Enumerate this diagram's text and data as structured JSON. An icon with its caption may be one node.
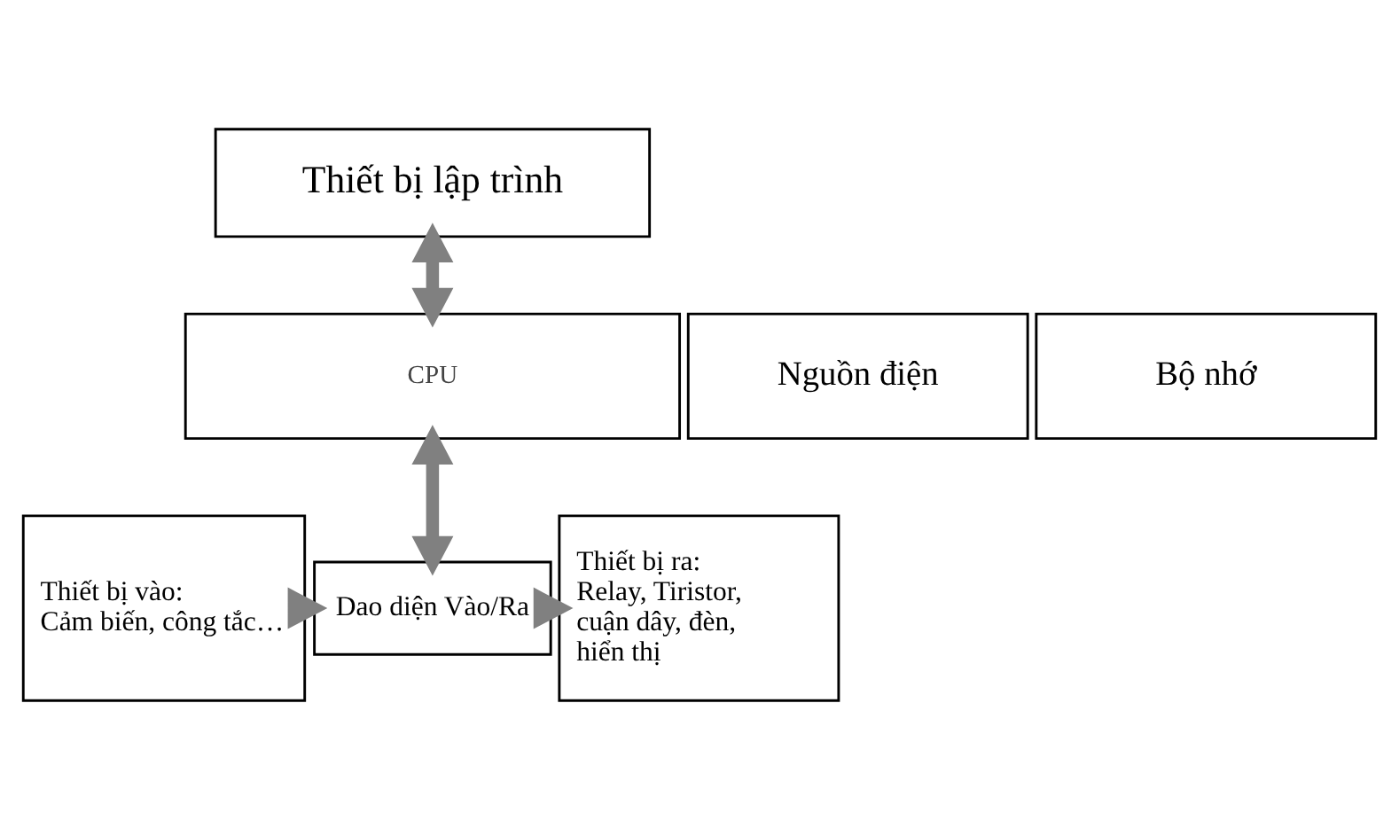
{
  "diagram": {
    "nodes": [
      {
        "text": [
          "Thiết bị lập trình"
        ]
      },
      {
        "text": [
          "Nguồn điện"
        ]
      },
      {
        "text": [
          "CPU"
        ]
      },
      {
        "text": [
          "Bộ nhớ"
        ]
      },
      {
        "text": [
          "Thiết bị vào:",
          "Cảm biến, công tắc…"
        ]
      },
      {
        "text": [
          "Dao diện Vào/Ra"
        ]
      },
      {
        "text": [
          "Thiết bị ra:",
          "Relay, Tiristor, cuận dây, đèn, hiển thị"
        ]
      }
    ],
    "edges": [
      {
        "from": 0,
        "to": 2,
        "arrow": "both"
      },
      {
        "from": 2,
        "to": 5,
        "arrow": "both"
      },
      {
        "from": 4,
        "to": 5,
        "arrow": "to"
      },
      {
        "from": 5,
        "to": 6,
        "arrow": "to"
      }
    ]
  }
}
